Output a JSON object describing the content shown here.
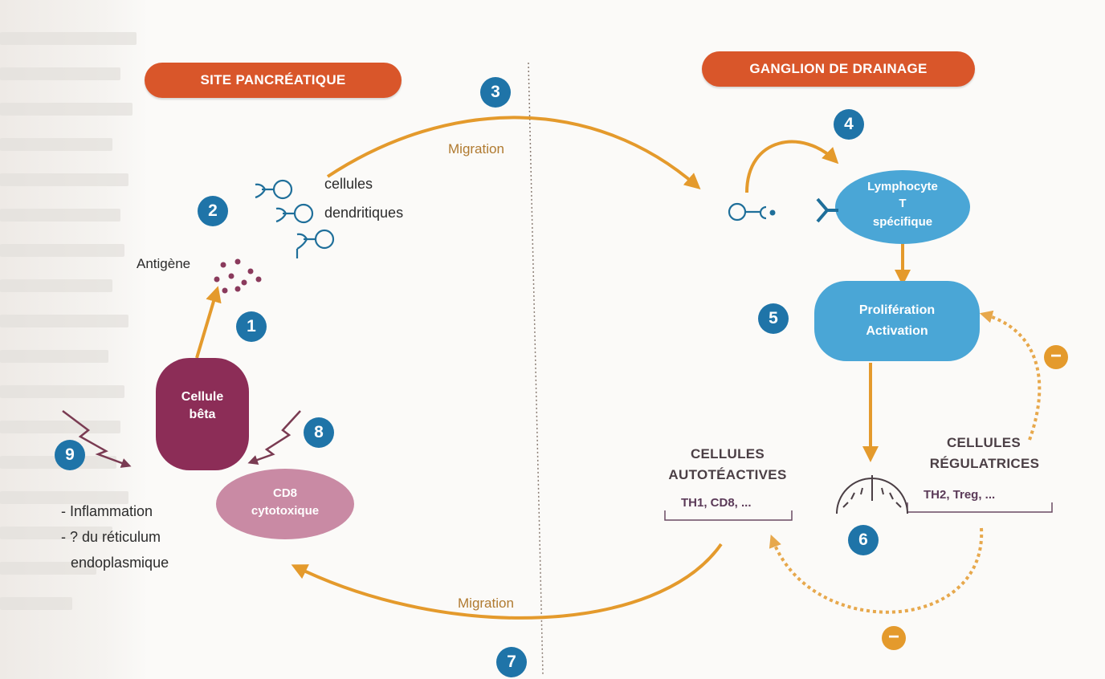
{
  "headers": {
    "left": "SITE PANCRÉATIQUE",
    "right": "GANGLION DE DRAINAGE"
  },
  "steps": [
    "1",
    "2",
    "3",
    "4",
    "5",
    "6",
    "7",
    "8",
    "9"
  ],
  "labels": {
    "antigen": "Antigène",
    "dendritic_line1": "cellules",
    "dendritic_line2": "dendritiques",
    "migration_top": "Migration",
    "migration_bottom": "Migration",
    "beta_line1": "Cellule",
    "beta_line2": "bêta",
    "cd8_line1": "CD8",
    "cd8_line2": "cytotoxique",
    "causes_line1": "- Inflammation",
    "causes_line2": "- ? du réticulum",
    "causes_line3": "endoplasmique",
    "lympho_line1": "Lymphocyte",
    "lympho_line2": "T",
    "lympho_line3": "spécifique",
    "prolif_line1": "Prolifération",
    "prolif_line2": "Activation",
    "auto_title1": "CELLULES",
    "auto_title2": "AUTOTÉACTIVES",
    "auto_list": "TH1, CD8, ...",
    "reg_title1": "CELLULES",
    "reg_title2": "RÉGULATRICES",
    "reg_list": "TH2, Treg, ...",
    "minus_sign": "−"
  },
  "colors": {
    "header": "#d9562a",
    "step_badge": "#1f74a8",
    "arrow": "#e49a2c",
    "beta_cell": "#8c2d57",
    "cd8_cell": "#c98aa4",
    "t_cell": "#4aa6d6",
    "antigen_dots": "#8a3a5c"
  }
}
